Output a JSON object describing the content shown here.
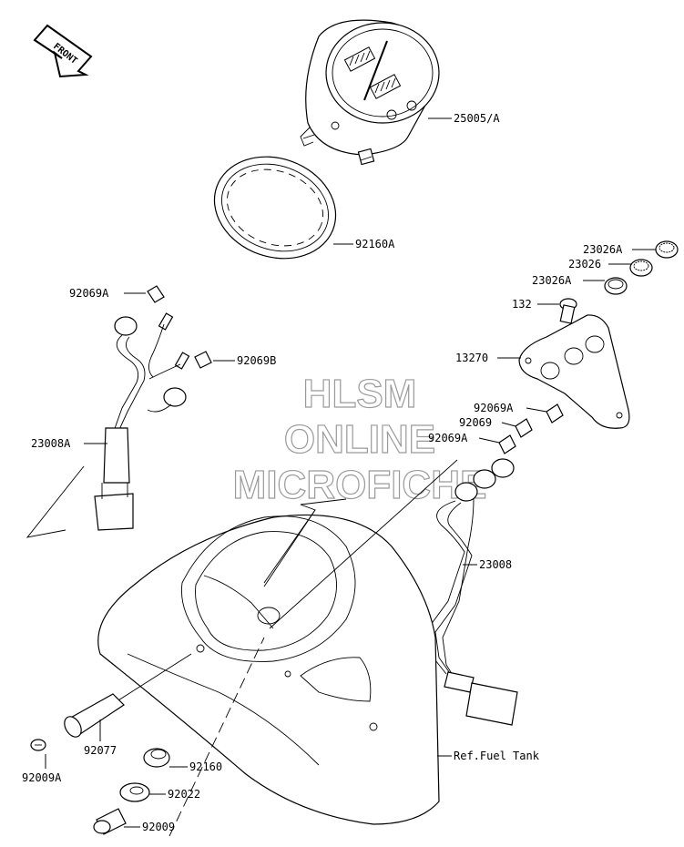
{
  "front_badge": "FRONT",
  "watermark": {
    "line1": "HLSM",
    "line2": "ONLINE",
    "line3": "MICROFICHE"
  },
  "parts": {
    "meter_assembly": "25005/A",
    "meter_ring": "92160A",
    "socket_upper_left": "92069A",
    "socket_left_lower": "92069B",
    "harness_left": "23008A",
    "bulb_cap_top": "23026A",
    "bulb_cap_mid": "23026",
    "bulb_cap_low": "23026A",
    "bolt": "132",
    "bracket": "13270",
    "socket_right_1": "92069A",
    "socket_right_2": "92069",
    "socket_right_3": "92069A",
    "harness_right": "23008",
    "grommet_plug": "92077",
    "screw": "92009A",
    "grommet": "92160",
    "washer": "92022",
    "bolt_bottom": "92009",
    "fuel_tank_ref": "Ref.Fuel Tank"
  }
}
